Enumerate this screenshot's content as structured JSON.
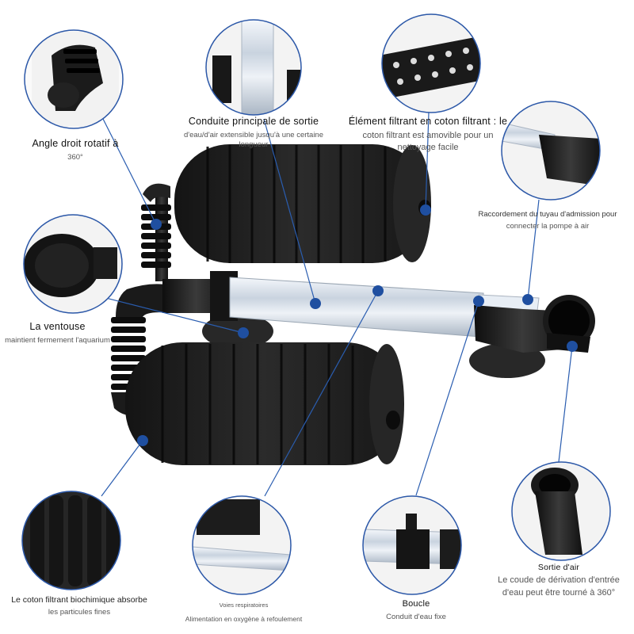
{
  "labels": {
    "angle": {
      "title": "Angle droit rotatif à",
      "sub": "360°"
    },
    "conduit": {
      "title": "Conduite principale de sortie",
      "sub": "d'eau/d'air extensible jusqu'à une certaine longueur"
    },
    "element": {
      "title": "Élément filtrant en coton filtrant : le",
      "sub1": "coton filtrant est amovible pour un",
      "sub2": "nettoyage facile"
    },
    "raccord": {
      "title": "Raccordement du tuyau d'admission pour",
      "sub": "connecter la pompe à air"
    },
    "ventouse": {
      "title": "La ventouse",
      "sub": "maintient fermement l'aquarium"
    },
    "coton": {
      "title": "Le coton filtrant biochimique absorbe",
      "sub": "les particules fines"
    },
    "voies": {
      "title": "Voies respiratoires",
      "sub": "Alimentation en oxygène à refoulement"
    },
    "boucle": {
      "title": "Boucle",
      "sub": "Conduit d'eau fixe"
    },
    "sortie": {
      "title": "Sortie d'air",
      "sub1": "Le coude de dérivation d'entrée",
      "sub2": "d'eau peut être tourné à 360°"
    }
  },
  "colors": {
    "callout_dot": "#1f4fa0",
    "callout_line": "#2a5db0",
    "circle_border": "#2c58a8",
    "foam": "#1e1e1e",
    "tube": "#cfd8e3"
  }
}
